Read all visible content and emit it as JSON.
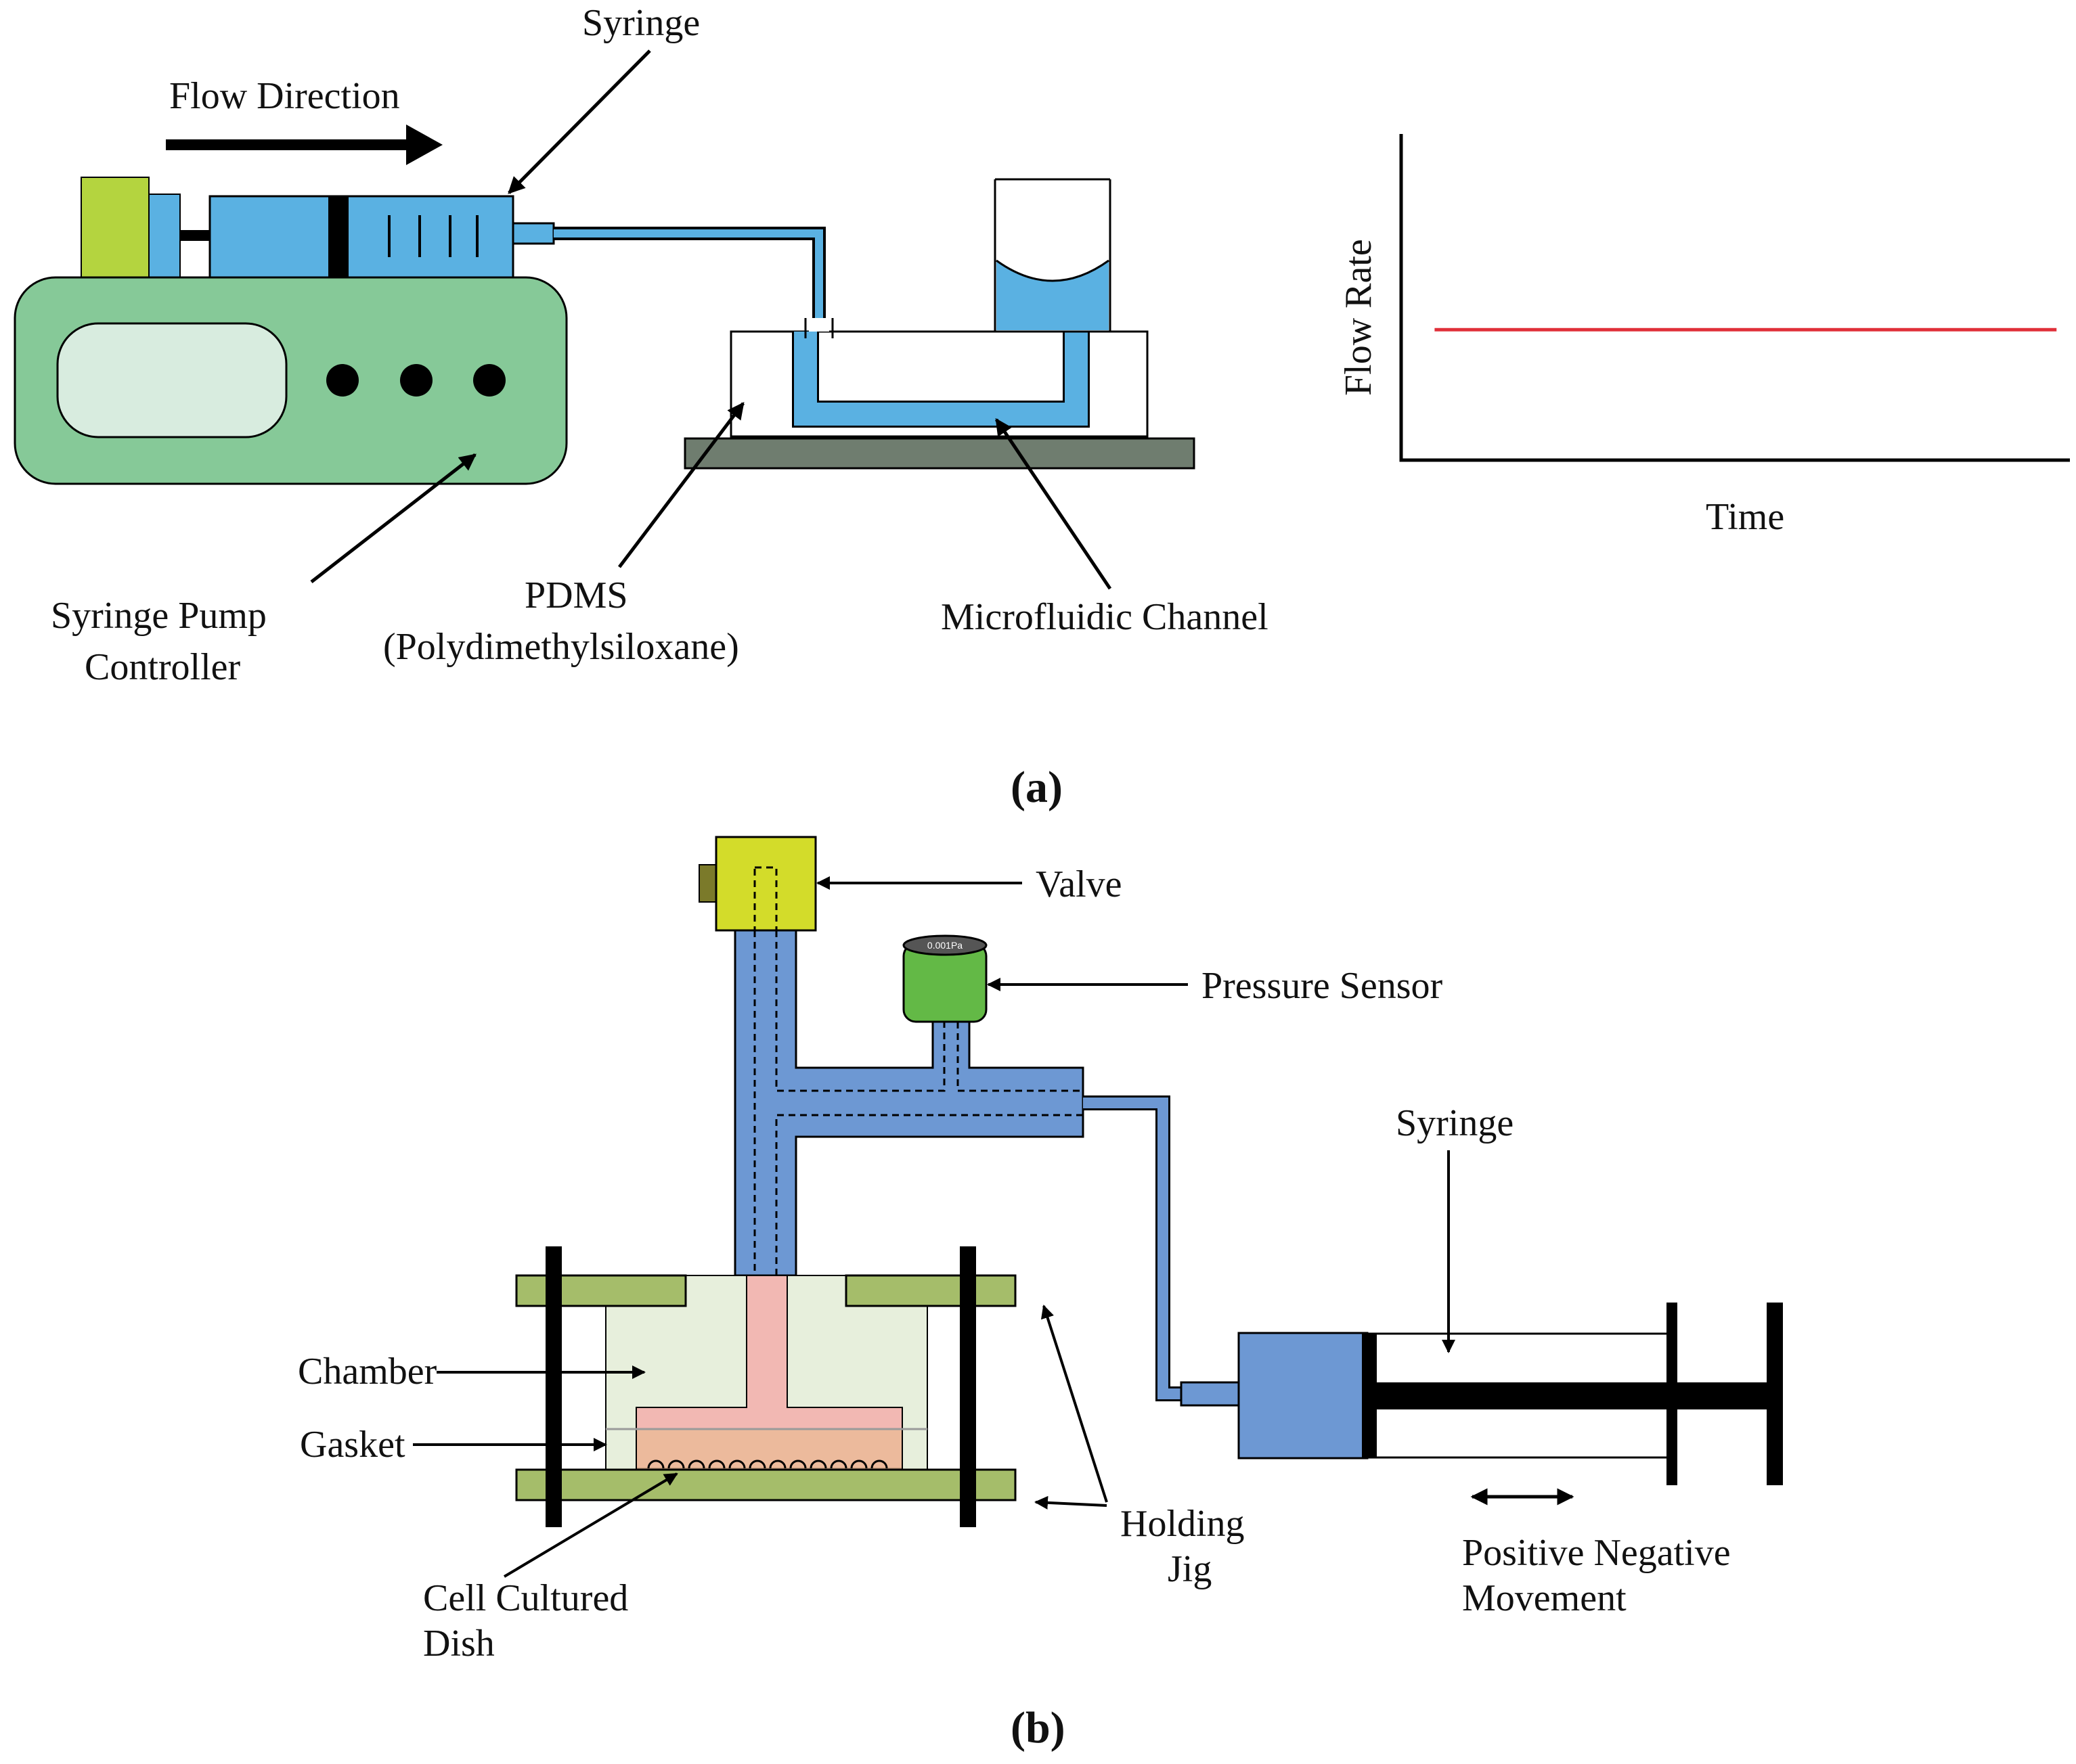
{
  "panel_a": {
    "caption": "(a)",
    "labels": {
      "flow_direction": "Flow Direction",
      "syringe": "Syringe",
      "pump_line1": "Syringe Pump",
      "pump_line2": "Controller",
      "pdms_line1": "PDMS",
      "pdms_line2": "(Polydimethylsiloxane)",
      "channel": "Microfluidic Channel"
    },
    "chart_data": {
      "type": "line",
      "title": "",
      "xlabel": "Time",
      "ylabel": "Flow Rate",
      "grid": false,
      "series": [
        {
          "x": [
            0.05,
            0.98
          ],
          "values": [
            0.4,
            0.4
          ],
          "color": "#e0303a"
        }
      ],
      "xlim": [
        0,
        1
      ],
      "ylim": [
        0,
        1
      ]
    }
  },
  "panel_b": {
    "caption": "(b)",
    "labels": {
      "valve": "Valve",
      "pressure_sensor": "Pressure Sensor",
      "sensor_readout": "0.001Pa",
      "syringe": "Syringe",
      "chamber": "Chamber",
      "gasket": "Gasket",
      "dish_line1": "Cell Cultured",
      "dish_line2": "Dish",
      "jig_line1": "Holding",
      "jig_line2": "Jig",
      "move_line1": "Positive Negative",
      "move_line2": "Movement"
    }
  },
  "colors": {
    "pump_body": "#86c998",
    "pump_screen": "#d8ecdf",
    "syringe_blue": "#5ab1e2",
    "pdms_base": "#6f7d6f",
    "flow_line": "#e0303a",
    "valve": "#d3dc2a",
    "sensor": "#63b946",
    "tube_blue": "#6d98d3",
    "jig_green": "#a5bd6a",
    "chamber_fill": "#e7efdc",
    "piston_pink": "#f2b8b3",
    "dish_orange": "#ecbb98"
  }
}
